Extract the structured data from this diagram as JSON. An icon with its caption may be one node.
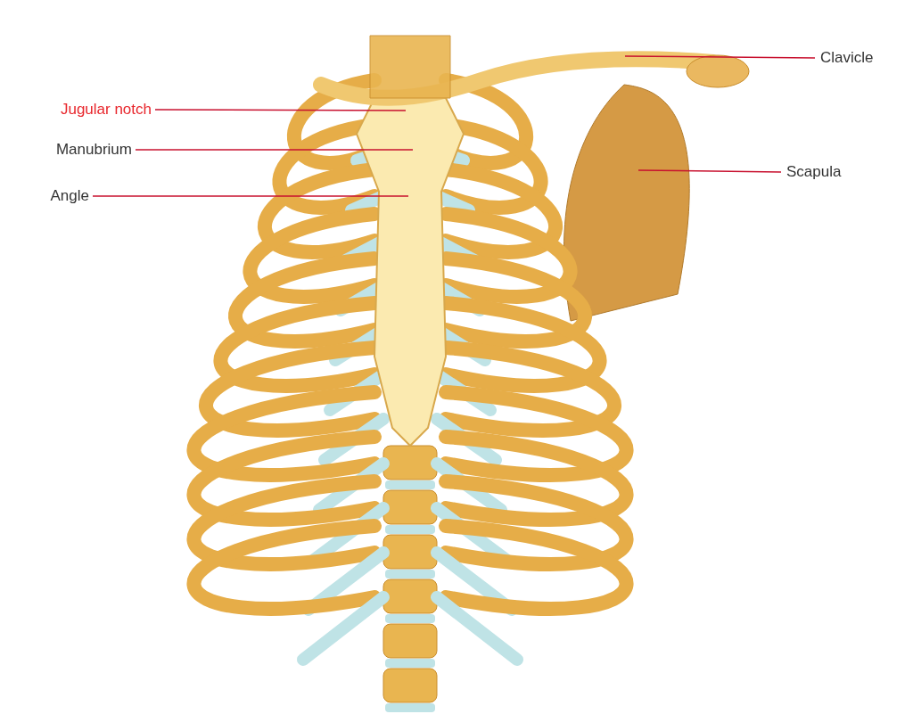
{
  "diagram": {
    "nodes": [
      {
        "text": [
          "Jugular notch"
        ]
      },
      {
        "text": [
          "Manubrium"
        ]
      },
      {
        "text": [
          "Angle"
        ]
      },
      {
        "text": [
          "Clavicle"
        ]
      },
      {
        "text": [
          "Scapula"
        ]
      }
    ],
    "edges": [
      {
        "from": 0,
        "to": null,
        "arrow": "none"
      },
      {
        "from": 1,
        "to": null,
        "arrow": "none"
      },
      {
        "from": 2,
        "to": null,
        "arrow": "none"
      },
      {
        "from": 3,
        "to": null,
        "arrow": "none"
      },
      {
        "from": 4,
        "to": null,
        "arrow": "none"
      }
    ]
  }
}
